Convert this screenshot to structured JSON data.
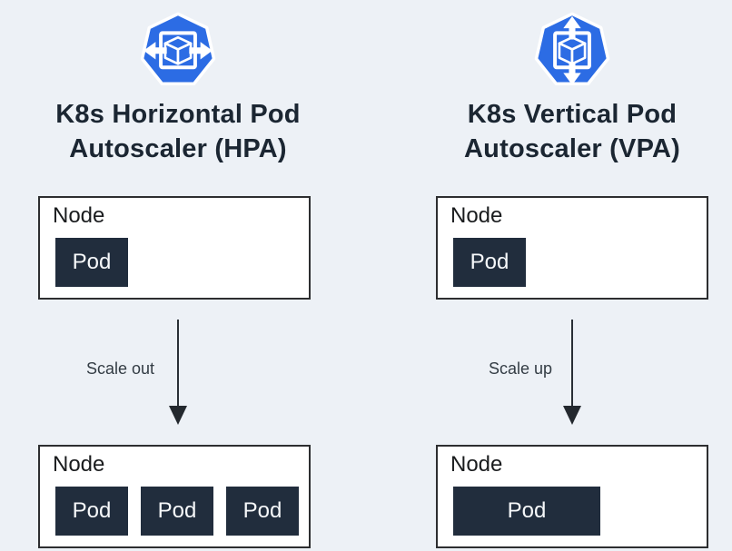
{
  "colors": {
    "background": "#edf1f6",
    "k8s_blue": "#2c6ce4",
    "node_fill": "#ffffff",
    "node_border": "#2d2e30",
    "pod_fill": "#212d3d",
    "pod_text": "#f6f8fa",
    "title_text": "#1b2632",
    "action_text": "#333c44",
    "arrow_color": "#2a3036"
  },
  "columns": [
    {
      "id": "hpa",
      "icon": "horizontal-pod-autoscaler-icon",
      "title_line1": "K8s Horizontal Pod",
      "title_line2": "Autoscaler (HPA)",
      "action_label": "Scale out",
      "before": {
        "node_label": "Node",
        "pods": [
          "Pod"
        ]
      },
      "after": {
        "node_label": "Node",
        "pods": [
          "Pod",
          "Pod",
          "Pod"
        ]
      }
    },
    {
      "id": "vpa",
      "icon": "vertical-pod-autoscaler-icon",
      "title_line1": "K8s Vertical Pod",
      "title_line2": "Autoscaler (VPA)",
      "action_label": "Scale up",
      "before": {
        "node_label": "Node",
        "pods": [
          "Pod"
        ]
      },
      "after": {
        "node_label": "Node",
        "pods": [
          "Pod"
        ]
      }
    }
  ]
}
